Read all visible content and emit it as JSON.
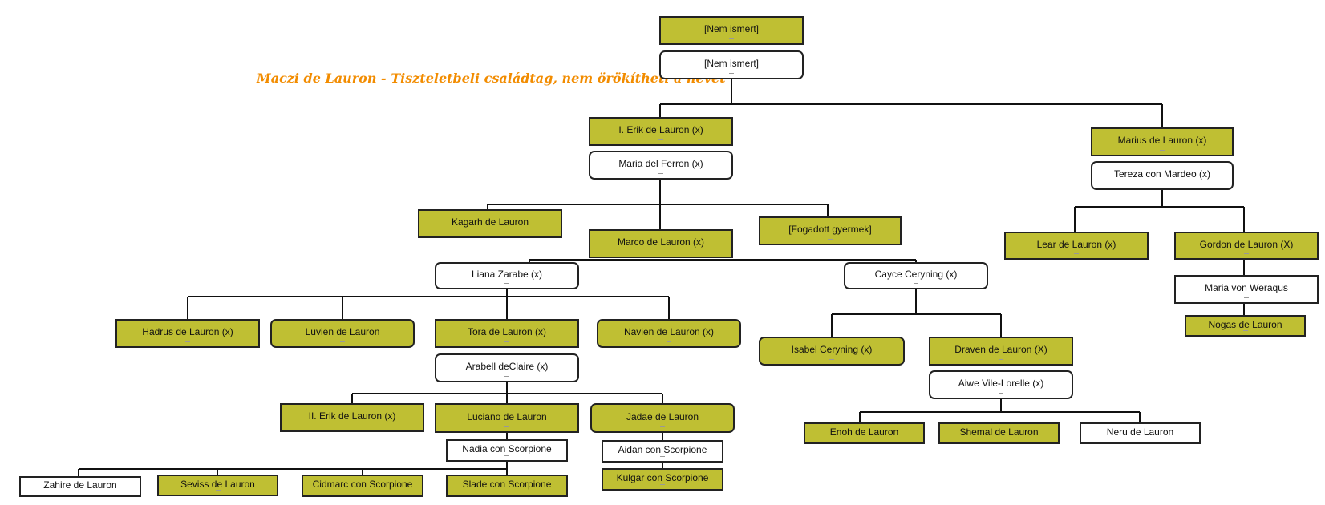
{
  "note": "Maczi de Lauron - Tiszteletbeli családtag, nem örökítheti a nevet",
  "colors": {
    "olive": "#bfbf33",
    "white": "#ffffff",
    "line": "#111111",
    "note": "#f28c00"
  },
  "people": {
    "root_a": "[Nem ismert]",
    "root_b": "[Nem ismert]",
    "erik1": "I. Erik de Lauron (x)",
    "maria_ferron": "Maria del Ferron (x)",
    "marius": "Marius de Lauron (x)",
    "tereza": "Tereza con Mardeo (x)",
    "kagarh": "Kagarh de Lauron",
    "marco": "Marco de Lauron (x)",
    "fogadott": "[Fogadott gyermek]",
    "lear": "Lear de Lauron (x)",
    "gordon": "Gordon de Lauron (X)",
    "maria_weraqus": "Maria von Weraqus",
    "nogas": "Nogas de Lauron",
    "liana": "Liana Zarabe (x)",
    "cayce": "Cayce Ceryning (x)",
    "hadrus": "Hadrus de Lauron (x)",
    "luvien": "Luvien de Lauron",
    "tora": "Tora de Lauron (x)",
    "navien": "Navien de Lauron (x)",
    "isabel": "Isabel Ceryning (x)",
    "draven": "Draven de Lauron  (X)",
    "arabell": "Arabell deClaire (x)",
    "aiwe": "Aiwe Vile-Lorelle (x)",
    "erik2": "II. Erik de Lauron (x)",
    "luciano": "Luciano de Lauron",
    "jadae": "Jadae de Lauron",
    "nadia": "Nadia con Scorpione",
    "aidan": "Aidan con Scorpione",
    "kulgar": "Kulgar con Scorpione",
    "enoh": "Enoh de Lauron",
    "shemal": "Shemal de Lauron",
    "neru": "Neru de Lauron",
    "zahire": "Zahire de Lauron",
    "seviss": "Seviss de Lauron",
    "cidmarc": "Cidmarc con Scorpione",
    "slade": "Slade con Scorpione"
  }
}
